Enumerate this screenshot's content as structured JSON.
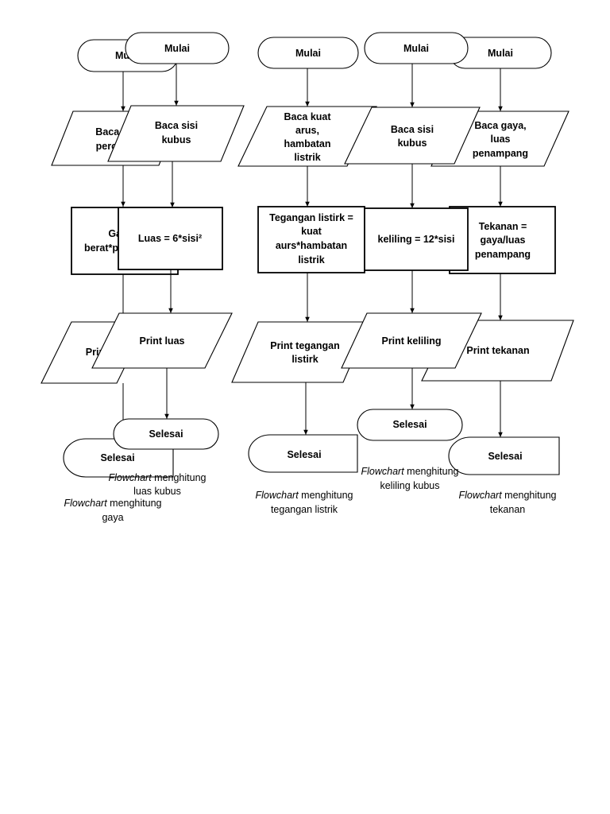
{
  "diagram": {
    "terminators": {
      "mulai": "Mulai",
      "selesai": "Selesai"
    },
    "gaya": {
      "input": [
        "Baca berat,",
        "percepatan"
      ],
      "process": [
        "Gaya =",
        "berat*percepatan"
      ],
      "output": "Print gaya",
      "caption": {
        "em": "Flowchart",
        "rest": " menghitung",
        "line2": "gaya"
      }
    },
    "luas_kubus": {
      "input": [
        "Baca sisi",
        "kubus"
      ],
      "process": "Luas = 6*sisi²",
      "output": "Print luas",
      "caption": {
        "em": "Flowchart",
        "rest": " menghitung",
        "line2": "luas kubus"
      }
    },
    "tegangan": {
      "input": [
        "Baca kuat",
        "arus,",
        "hambatan",
        "listrik"
      ],
      "process": [
        "Tegangan listirk =",
        "kuat",
        "aurs*hambatan",
        "listrik"
      ],
      "output": [
        "Print tegangan",
        "listirk"
      ],
      "caption": {
        "em": "Flowchart",
        "rest": " menghitung",
        "line2": "tegangan listrik"
      }
    },
    "keliling": {
      "input": [
        "Baca sisi",
        "kubus"
      ],
      "process": "keliling = 12*sisi",
      "output": "Print keliling",
      "caption": {
        "em": "Flowchart",
        "rest": " menghitung",
        "line2": "keliling kubus"
      }
    },
    "tekanan": {
      "input": [
        "Baca gaya,",
        "luas",
        "penampang"
      ],
      "process": [
        "Tekanan =",
        "gaya/luas",
        "penampang"
      ],
      "output": "Print tekanan",
      "caption": {
        "em": "Flowchart",
        "rest": " menghitung",
        "line2": "tekanan"
      }
    }
  }
}
